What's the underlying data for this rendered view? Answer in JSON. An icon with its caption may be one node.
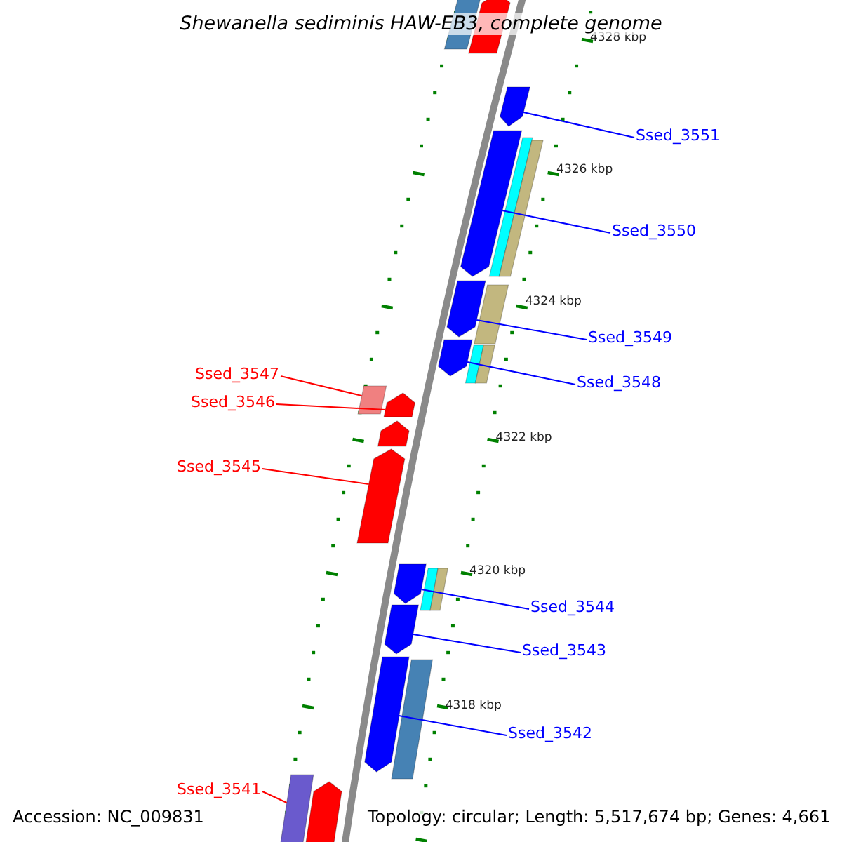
{
  "diagram": {
    "title": "Shewanella sediminis HAW-EB3, complete genome",
    "nodes": [
      {
        "text": [
          "Ssed_3551"
        ]
      },
      {
        "text": [
          "Ssed_3550"
        ]
      },
      {
        "text": [
          "Ssed_3549"
        ]
      },
      {
        "text": [
          "Ssed_3548"
        ]
      },
      {
        "text": [
          "Ssed_3547"
        ]
      },
      {
        "text": [
          "Ssed_3546"
        ]
      },
      {
        "text": [
          "Ssed_3545"
        ]
      },
      {
        "text": [
          "Ssed_3544"
        ]
      },
      {
        "text": [
          "Ssed_3543"
        ]
      },
      {
        "text": [
          "Ssed_3542"
        ]
      },
      {
        "text": [
          "Ssed_3541"
        ]
      },
      {
        "text": [],
        "shape": "bar"
      },
      {
        "text": [],
        "shape": "bar"
      },
      {
        "text": [],
        "shape": "bar"
      },
      {
        "text": [],
        "shape": "bar"
      },
      {
        "text": [],
        "shape": "bar"
      },
      {
        "text": [],
        "shape": "bar"
      },
      {
        "text": [],
        "shape": "bar"
      },
      {
        "text": [],
        "shape": "bar"
      },
      {
        "text": [],
        "shape": "bar"
      },
      {
        "text": [],
        "shape": "bar"
      },
      {
        "text": [],
        "shape": "bar"
      },
      {
        "text": [],
        "shape": "bar"
      },
      {
        "text": [],
        "shape": "bar"
      },
      {
        "text": [],
        "shape": "bar"
      },
      {
        "text": [],
        "shape": "bar"
      },
      {
        "text": [],
        "shape": "bar"
      },
      {
        "text": [],
        "shape": "bar"
      },
      {
        "text": [],
        "shape": "bar"
      },
      {
        "text": [],
        "shape": "bar"
      },
      {
        "text": [],
        "shape": "bar"
      },
      {
        "text": [],
        "shape": "bar"
      },
      {
        "text": [],
        "shape": "bar"
      },
      {
        "text": [],
        "shape": "bar"
      }
    ],
    "edges": [
      {
        "from": 0,
        "to": 11,
        "arrow": "none"
      },
      {
        "from": 1,
        "to": 12,
        "arrow": "none"
      },
      {
        "from": 2,
        "to": 13,
        "arrow": "none"
      },
      {
        "from": 3,
        "to": 14,
        "arrow": "none"
      },
      {
        "from": 4,
        "to": 15,
        "arrow": "none",
        "color": "#ff0000"
      },
      {
        "from": 5,
        "to": 16,
        "arrow": "none",
        "color": "#ff0000"
      },
      {
        "from": 6,
        "to": 17,
        "arrow": "none",
        "color": "#ff0000"
      },
      {
        "from": 7,
        "to": 18,
        "arrow": "none"
      },
      {
        "from": 8,
        "to": 19,
        "arrow": "none"
      },
      {
        "from": 9,
        "to": 20,
        "arrow": "none"
      },
      {
        "from": 10,
        "to": 21,
        "arrow": "none",
        "color": "#ff0000"
      }
    ],
    "labels": [
      "4328 kbp",
      "4326 kbp",
      "4324 kbp",
      "4322 kbp",
      "4320 kbp",
      "4318 kbp",
      "Accession: NC_009831",
      "Topology: circular; Length: 5,517,674 bp; Genes: 4,661"
    ]
  }
}
